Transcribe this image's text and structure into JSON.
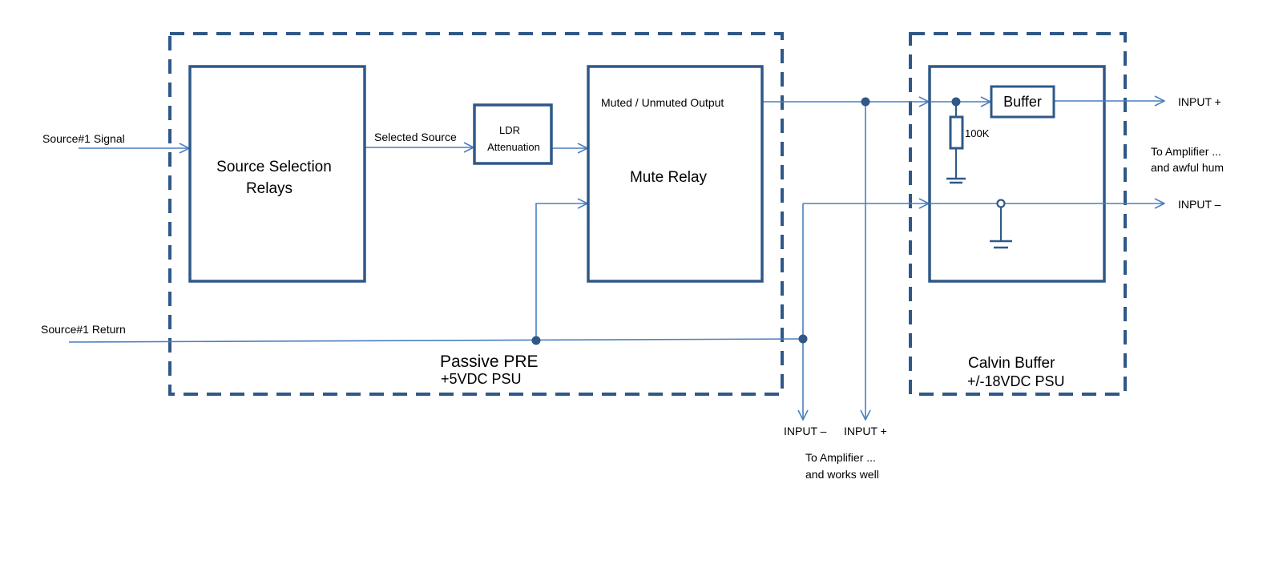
{
  "labels": {
    "source_signal": "Source#1 Signal",
    "source_return": "Source#1 Return",
    "selection_line1": "Source Selection",
    "selection_line2": "Relays",
    "selected_source": "Selected Source",
    "ldr_line1": "LDR",
    "ldr_line2": "Attenuation",
    "muted_output": "Muted / Unmuted Output",
    "mute_relay": "Mute Relay",
    "passive_pre": "Passive PRE",
    "pre_psu": "+5VDC PSU",
    "buffer": "Buffer",
    "resistor": "100K",
    "calvin_buffer": "Calvin Buffer",
    "buffer_psu": "+/-18VDC PSU",
    "input_plus_right": "INPUT +",
    "input_minus_right": "INPUT –",
    "amp_right_line1": "To Amplifier ...",
    "amp_right_line2": "and awful hum",
    "input_minus_bottom": "INPUT –",
    "input_plus_bottom": "INPUT +",
    "amp_bottom_line1": "To Amplifier ...",
    "amp_bottom_line2": "and works well"
  },
  "colors": {
    "box_stroke": "#2f5888",
    "wire": "#4a7fc0"
  }
}
